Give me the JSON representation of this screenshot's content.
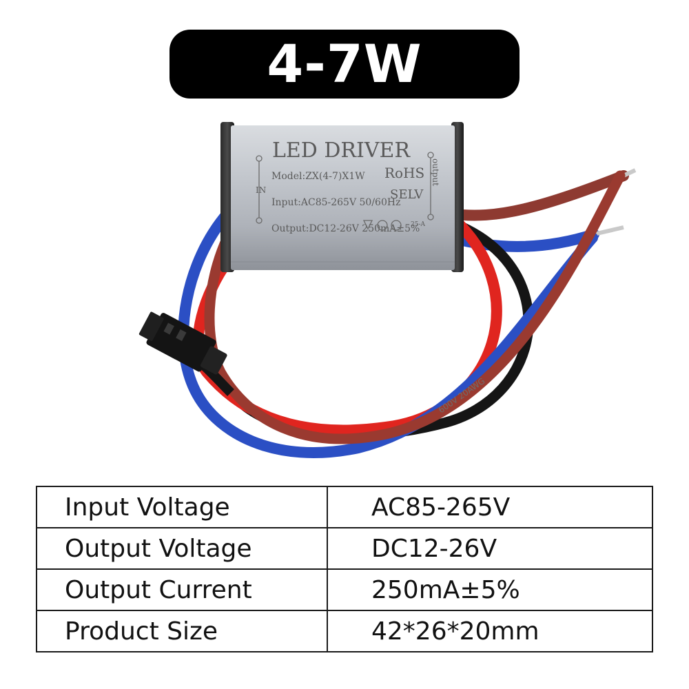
{
  "badge": {
    "label": "4-7W"
  },
  "device": {
    "title": "LED DRIVER",
    "model": "Model:ZX(4-7)X1W",
    "input": "Input:AC85-265V 50/60Hz",
    "output": "Output:DC12-26V 250mA±5%",
    "in_label": "IN",
    "out_label": "output",
    "rohs": "RoHS",
    "selv": "SELV",
    "ta": "25-A",
    "wire_print": "600V 20AWG"
  },
  "specs": [
    {
      "label": "Input Voltage",
      "value": "AC85-265V"
    },
    {
      "label": "Output Voltage",
      "value": "DC12-26V"
    },
    {
      "label": "Output Current",
      "value": "250mA±5%"
    },
    {
      "label": "Product Size",
      "value": "42*26*20mm"
    }
  ],
  "colors": {
    "badge_bg": "#000000",
    "badge_text": "#ffffff",
    "wire_blue": "#2b4fc4",
    "wire_red": "#e0251f",
    "wire_brown": "#9a3a30",
    "wire_black": "#151515",
    "housing": "#b9bdc4"
  }
}
